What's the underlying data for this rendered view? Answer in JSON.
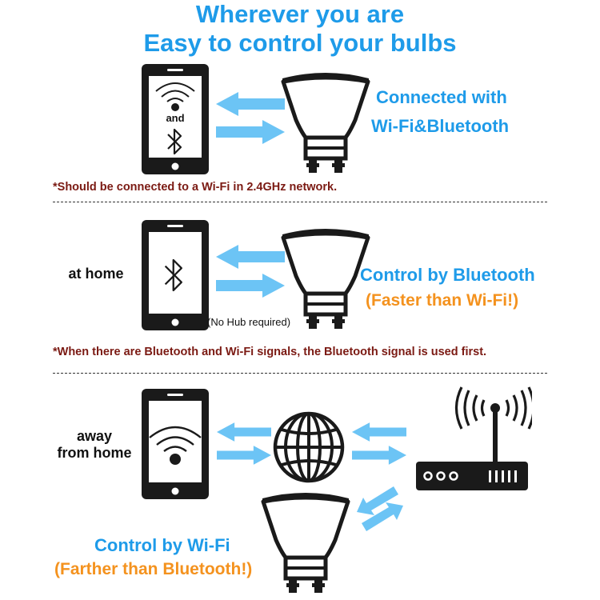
{
  "headline": {
    "line1": "Wherever you are",
    "line2": "Easy to control your bulbs"
  },
  "section1": {
    "phone_and_text": "and",
    "label_line1": "Connected with",
    "label_line2": "Wi-Fi&Bluetooth",
    "note": "*Should be connected to a Wi-Fi in 2.4GHz network."
  },
  "section2": {
    "side_label": "at home",
    "label_line1": "Control by Bluetooth",
    "label_line2": "(Faster than Wi-Fi!)",
    "no_hub": "(No Hub required)",
    "note": "*When there are Bluetooth and Wi-Fi signals, the Bluetooth signal is used first."
  },
  "section3": {
    "side_label_line1": "away",
    "side_label_line2": "from home",
    "label_line1": "Control by Wi-Fi",
    "label_line2": "(Farther than Bluetooth!)"
  },
  "colors": {
    "blue": "#1e9be9",
    "orange": "#f4921e",
    "note": "#7b1a13",
    "arrow": "#6cc4f5"
  }
}
